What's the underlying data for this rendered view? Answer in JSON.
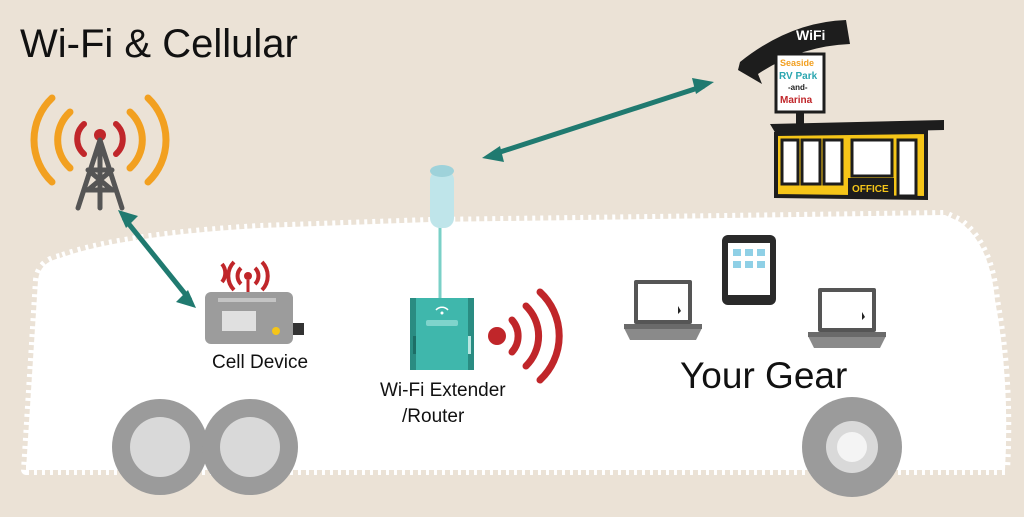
{
  "diagram": {
    "title": "Wi-Fi & Cellular",
    "cell_device_label": "Cell Device",
    "extender_label_line1": "Wi-Fi Extender",
    "extender_label_line2": "/Router",
    "gear_label": "Your Gear",
    "sign": {
      "banner": "WiFi",
      "line1": "Seaside",
      "line2": "RV Park",
      "line3": "-and-",
      "line4": "Marina",
      "office": "OFFICE"
    },
    "colors": {
      "background": "#ebe2d6",
      "rv_body": "#ffffff",
      "signal_orange": "#f2a020",
      "signal_red": "#c0262a",
      "arrow_teal": "#207a70",
      "extender_teal": "#3fb7ac",
      "office_yellow": "#f5c518",
      "wheel_gray": "#9a9a9a",
      "device_gray": "#9c9c9c"
    },
    "icons": [
      "cell-tower-icon",
      "cell-device-icon",
      "antenna-icon",
      "router-icon",
      "wifi-signal-icon",
      "tablet-icon",
      "laptop-icon",
      "office-building-icon"
    ]
  }
}
